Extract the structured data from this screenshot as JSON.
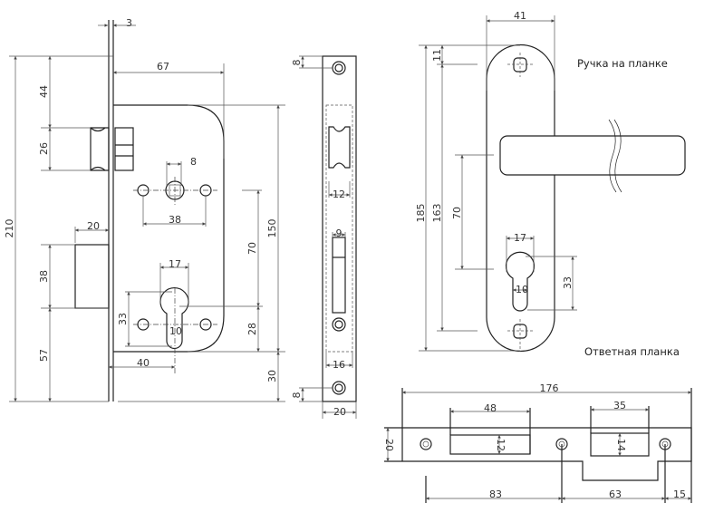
{
  "lock_body": {
    "dims": {
      "faceplate_thickness": "3",
      "backset_67": "67",
      "top_44": "44",
      "latch_26": "26",
      "total_210": "210",
      "spindle_8": "8",
      "screws_38": "38",
      "bolt_throw_20": "20",
      "bolt_38": "38",
      "cyl_17": "17",
      "cyl_33": "33",
      "cyl_10": "10",
      "bottom_57": "57",
      "backset_40": "40",
      "center_70": "70",
      "cyl_28": "28",
      "body_150": "150",
      "bottom_30": "30"
    }
  },
  "faceplate": {
    "dims": {
      "top_8": "8",
      "latch_12": "12",
      "bolt_9": "9",
      "body_16": "16",
      "bottom_8": "8",
      "width_20": "20"
    }
  },
  "handle": {
    "title": "Ручка на планке",
    "dims": {
      "width_41": "41",
      "top_11": "11",
      "total_185": "185",
      "screws_163": "163",
      "center_70": "70",
      "cyl_17": "17",
      "cyl_10": "10",
      "cyl_33": "33"
    }
  },
  "strike_plate": {
    "title": "Ответная планка",
    "dims": {
      "length_176": "176",
      "slot_48": "48",
      "slot_35": "35",
      "height_20": "20",
      "slot_12": "12",
      "slot_14": "14",
      "screw_83": "83",
      "screw_63": "63",
      "end_15": "15"
    }
  }
}
